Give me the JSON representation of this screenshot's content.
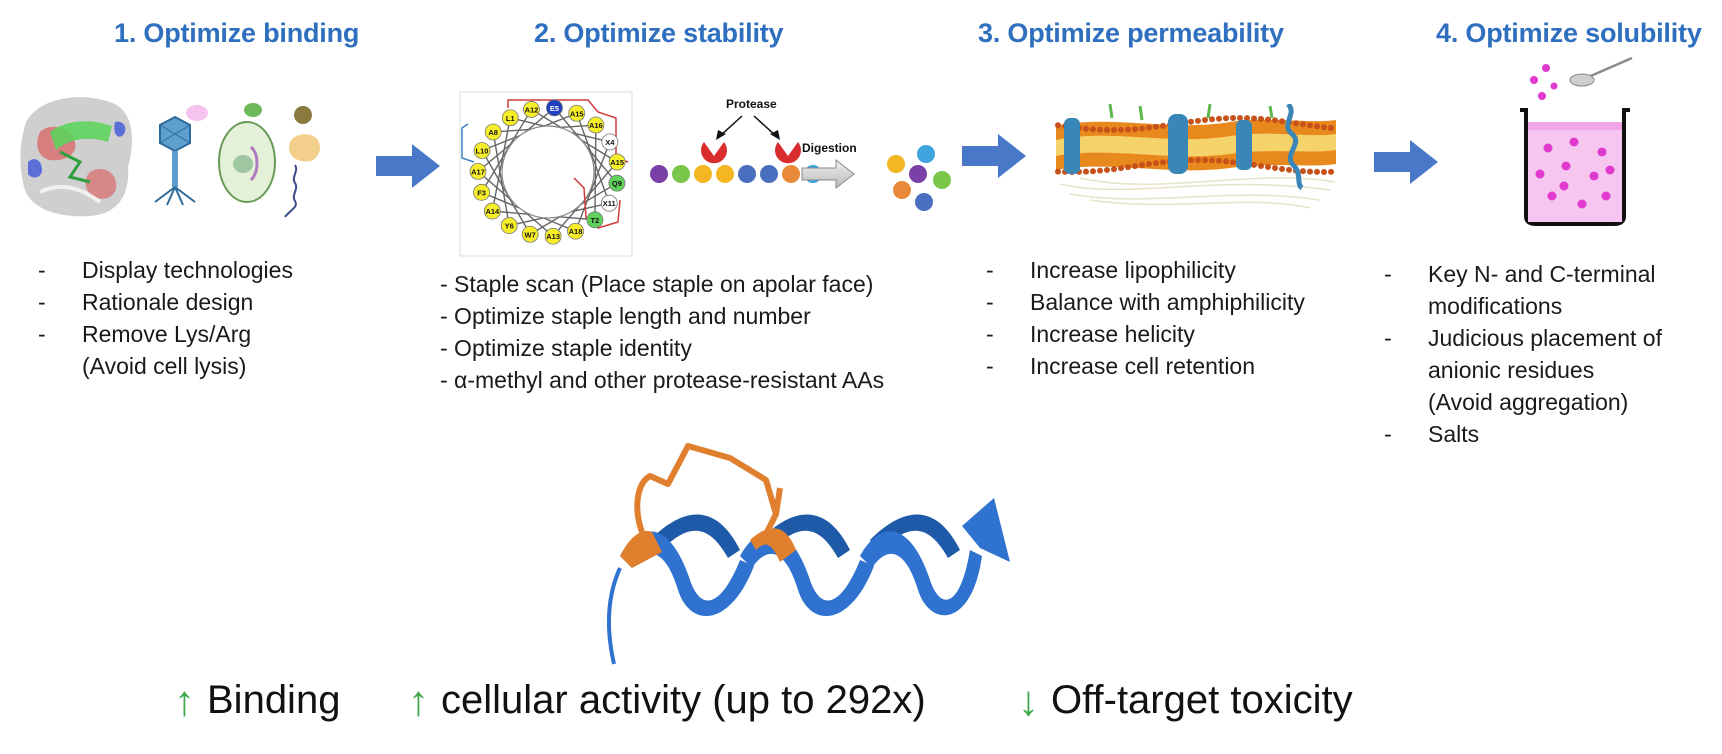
{
  "steps": [
    {
      "heading": "1. Optimize binding",
      "bullets": [
        "Display technologies",
        "Rationale design",
        "Remove Lys/Arg",
        "(Avoid cell lysis)"
      ]
    },
    {
      "heading": "2. Optimize stability",
      "bullets": [
        "- Staple scan (Place staple on apolar face)",
        "- Optimize staple length and number",
        "- Optimize staple identity",
        "- α-methyl and other protease-resistant AAs"
      ]
    },
    {
      "heading": "3. Optimize permeability",
      "bullets": [
        "Increase lipophilicity",
        "Balance with amphiphilicity",
        "Increase helicity",
        "Increase cell retention"
      ]
    },
    {
      "heading": "4. Optimize solubility",
      "bullets": [
        "Key N- and C-terminal",
        "modifications",
        "Judicious placement of",
        "anionic residues",
        "(Avoid aggregation)",
        "Salts"
      ]
    }
  ],
  "wheel_residues": [
    "A8",
    "L1",
    "A12",
    "E5",
    "A15",
    "A16",
    "X4",
    "A15",
    "Q9",
    "X11",
    "T2",
    "A18",
    "A13",
    "W7",
    "Y6",
    "A14",
    "F3",
    "A17",
    "L10"
  ],
  "protease_label": "Protease",
  "digestion_label": "Digestion",
  "outcomes": [
    {
      "arrow": "↑",
      "text": "Binding"
    },
    {
      "arrow": "↑",
      "text": "cellular activity (up to 292x)"
    },
    {
      "arrow": "↓",
      "text": "Off-target toxicity"
    }
  ],
  "colors": {
    "heading": "#2f6fbf",
    "flow_arrow": "#4a78c8",
    "up_down_arrow": "#3fa84f",
    "helix": "#2f72d0",
    "staple": "#e07f2e"
  }
}
